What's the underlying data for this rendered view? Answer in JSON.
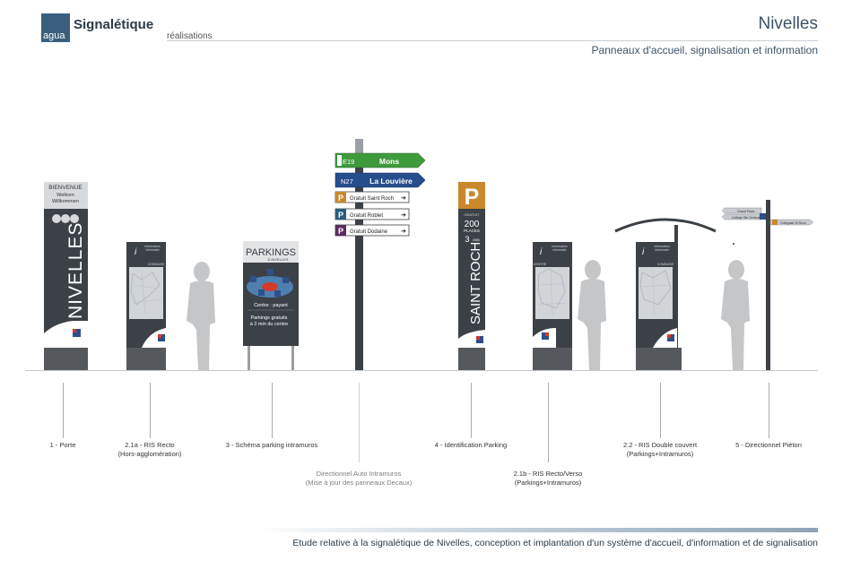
{
  "header": {
    "logo": "agua",
    "brand": "Signalétique",
    "section": "réalisations",
    "city": "Nivelles",
    "subtitle": "Panneaux d'accueil, signalisation et information"
  },
  "signs": {
    "porte": {
      "top_words": [
        "BIENVENUE",
        "Welkom",
        "Willkommen"
      ],
      "name": "NIVELLES"
    },
    "ris": {
      "info_line1": "Information",
      "info_line2": "informatie",
      "commune": "COMMUNE",
      "centre": "CENTRE"
    },
    "parking_board": {
      "title": "PARKINGS",
      "subtitle": "À NIVELLES",
      "line1": "Centre : payant",
      "line2": "Parkings gratuits",
      "line3": "à 2 min du centre"
    },
    "directional": {
      "arrows": [
        {
          "code": "E19",
          "dest": "Mons",
          "color": "#3f9a3c"
        },
        {
          "code": "N27",
          "dest": "La Louvière",
          "color": "#264d8c"
        }
      ],
      "parkings": [
        {
          "text": "Gratuit Saint Roch",
          "color": "#c9892b"
        },
        {
          "text": "Gratuit Roblet",
          "color": "#2a5f80"
        },
        {
          "text": "Gratuit Dodaine",
          "color": "#5b2d5e"
        }
      ]
    },
    "parking_totem": {
      "letter": "P",
      "gratuit": "GRATUIT",
      "places_num": "200",
      "places": "PLACES",
      "minutes": "3",
      "min_unit": "MIN",
      "name": "SAINT ROCH"
    },
    "pieton": {
      "left_1": "Grand Place",
      "left_2": "Collège Ste Gertrude",
      "right": "Collégiale St Roch"
    }
  },
  "labels": [
    {
      "lines": [
        "1 - Porte"
      ]
    },
    {
      "lines": [
        "2.1a - RIS Recto",
        "(Hors-agglomération)"
      ]
    },
    {
      "lines": [
        "3 - Schéma parking intramuros"
      ]
    },
    {
      "lines": [
        "Directionnel Auto Intramuros",
        "(Mise à jour des panneaux Decaux)"
      ]
    },
    {
      "lines": [
        "4 - Identification Parking"
      ]
    },
    {
      "lines": [
        "2.1b - RIS Recto/Verso",
        "(Parkings+Intramuros)"
      ]
    },
    {
      "lines": [
        "2.2 - RIS Double couvert",
        "(Parkings+Intramuros)"
      ]
    },
    {
      "lines": [
        "5 - Directionnel Piéton"
      ]
    }
  ],
  "footer": "Etude relative à la signalétique de Nivelles, conception et implantation d'un système d'accueil, d'information et de signalisation",
  "colors": {
    "panel_dark": "#3b4147",
    "base": "#55595d",
    "silhouette": "#c4c6c8",
    "accent_red": "#d33a2c",
    "accent_blue": "#2f4f8a",
    "parking_orange": "#c9892b"
  }
}
